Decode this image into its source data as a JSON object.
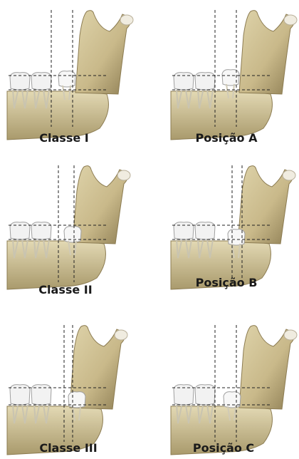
{
  "panels": [
    {
      "id": "classe-i",
      "label": "Classe I",
      "tooth_depth": "high",
      "ramus_overlap": "none"
    },
    {
      "id": "posicao-a",
      "label": "Posição A",
      "tooth_depth": "high",
      "ramus_overlap": "partial"
    },
    {
      "id": "classe-ii",
      "label": "Classe II",
      "tooth_depth": "medium",
      "ramus_overlap": "partial"
    },
    {
      "id": "posicao-b",
      "label": "Posição B",
      "tooth_depth": "medium",
      "ramus_overlap": "partial"
    },
    {
      "id": "classe-iii",
      "label": "Classe III",
      "tooth_depth": "low",
      "ramus_overlap": "full"
    },
    {
      "id": "posicao-c",
      "label": "Posição C",
      "tooth_depth": "low",
      "ramus_overlap": "partial"
    }
  ],
  "colors": {
    "bone": "#c9b98a",
    "bone_shadow": "#8c7c52",
    "tooth": "#f2f2f2",
    "tooth_outline": "#a0a0a0",
    "guide_line": "#222222",
    "caption": "#1a1a1a"
  }
}
